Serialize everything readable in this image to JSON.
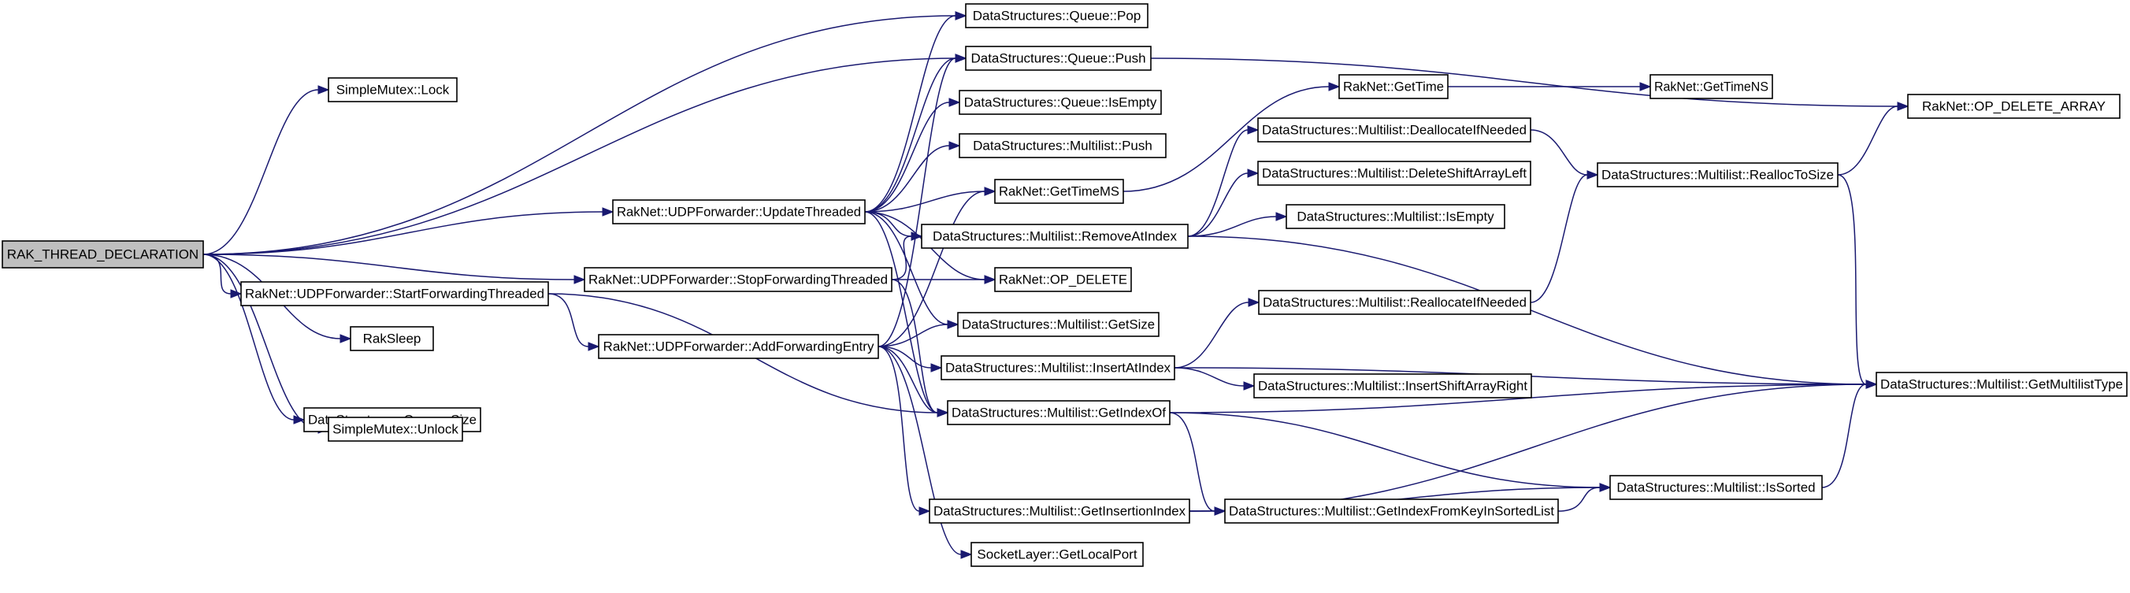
{
  "graph": {
    "edge_color": "#191970",
    "root_fill": "#bfbfbf",
    "node_fill": "#ffffff",
    "nodes": [
      {
        "id": "rak_thread_declaration",
        "label": "RAK_THREAD_DECLARATION",
        "root": true
      },
      {
        "id": "simplemutex_lock",
        "label": "SimpleMutex::Lock"
      },
      {
        "id": "udpforwarder_updatethreaded",
        "label": "RakNet::UDPForwarder::UpdateThreaded"
      },
      {
        "id": "udpforwarder_startforwardingthreaded",
        "label": "RakNet::UDPForwarder::StartForwardingThreaded"
      },
      {
        "id": "udpforwarder_stopforwardingthreaded",
        "label": "RakNet::UDPForwarder::StopForwardingThreaded"
      },
      {
        "id": "udpforwarder_addforwardingentry",
        "label": "RakNet::UDPForwarder::AddForwardingEntry"
      },
      {
        "id": "raksleep",
        "label": "RakSleep"
      },
      {
        "id": "queue_size",
        "label": "DataStructures::Queue::Size"
      },
      {
        "id": "simplemutex_unlock",
        "label": "SimpleMutex::Unlock"
      },
      {
        "id": "queue_pop",
        "label": "DataStructures::Queue::Pop"
      },
      {
        "id": "queue_push",
        "label": "DataStructures::Queue::Push"
      },
      {
        "id": "queue_isempty",
        "label": "DataStructures::Queue::IsEmpty"
      },
      {
        "id": "multilist_push",
        "label": "DataStructures::Multilist::Push"
      },
      {
        "id": "raknet_gettimems",
        "label": "RakNet::GetTimeMS"
      },
      {
        "id": "multilist_removeatindex",
        "label": "DataStructures::Multilist::RemoveAtIndex"
      },
      {
        "id": "raknet_op_delete",
        "label": "RakNet::OP_DELETE"
      },
      {
        "id": "multilist_getsize",
        "label": "DataStructures::Multilist::GetSize"
      },
      {
        "id": "multilist_insertatindex",
        "label": "DataStructures::Multilist::InsertAtIndex"
      },
      {
        "id": "multilist_getindexof",
        "label": "DataStructures::Multilist::GetIndexOf"
      },
      {
        "id": "multilist_getinsertionindex",
        "label": "DataStructures::Multilist::GetInsertionIndex"
      },
      {
        "id": "socketlayer_getlocalport",
        "label": "SocketLayer::GetLocalPort"
      },
      {
        "id": "raknet_gettime",
        "label": "RakNet::GetTime"
      },
      {
        "id": "multilist_deallocateifneeded",
        "label": "DataStructures::Multilist::DeallocateIfNeeded"
      },
      {
        "id": "multilist_deleteshiftarrayleft",
        "label": "DataStructures::Multilist::DeleteShiftArrayLeft"
      },
      {
        "id": "multilist_isempty",
        "label": "DataStructures::Multilist::IsEmpty"
      },
      {
        "id": "multilist_reallocateifneeded",
        "label": "DataStructures::Multilist::ReallocateIfNeeded"
      },
      {
        "id": "multilist_insertshiftarrayright",
        "label": "DataStructures::Multilist::InsertShiftArrayRight"
      },
      {
        "id": "multilist_getindexfromkeyinsortedlist",
        "label": "DataStructures::Multilist::GetIndexFromKeyInSortedList"
      },
      {
        "id": "raknet_gettimens",
        "label": "RakNet::GetTimeNS"
      },
      {
        "id": "multilist_realloctosize",
        "label": "DataStructures::Multilist::ReallocToSize"
      },
      {
        "id": "multilist_issorted",
        "label": "DataStructures::Multilist::IsSorted"
      },
      {
        "id": "raknet_op_delete_array",
        "label": "RakNet::OP_DELETE_ARRAY"
      },
      {
        "id": "multilist_getmultilisttype",
        "label": "DataStructures::Multilist::GetMultilistType"
      }
    ],
    "edges": [
      [
        "rak_thread_declaration",
        "simplemutex_lock"
      ],
      [
        "rak_thread_declaration",
        "queue_pop"
      ],
      [
        "rak_thread_declaration",
        "queue_push"
      ],
      [
        "rak_thread_declaration",
        "udpforwarder_updatethreaded"
      ],
      [
        "rak_thread_declaration",
        "udpforwarder_stopforwardingthreaded"
      ],
      [
        "rak_thread_declaration",
        "udpforwarder_startforwardingthreaded"
      ],
      [
        "rak_thread_declaration",
        "raksleep"
      ],
      [
        "rak_thread_declaration",
        "queue_size"
      ],
      [
        "rak_thread_declaration",
        "simplemutex_unlock"
      ],
      [
        "udpforwarder_startforwardingthreaded",
        "udpforwarder_addforwardingentry"
      ],
      [
        "udpforwarder_startforwardingthreaded",
        "multilist_getindexof"
      ],
      [
        "udpforwarder_updatethreaded",
        "queue_pop"
      ],
      [
        "udpforwarder_updatethreaded",
        "queue_push"
      ],
      [
        "udpforwarder_updatethreaded",
        "queue_isempty"
      ],
      [
        "udpforwarder_updatethreaded",
        "multilist_push"
      ],
      [
        "udpforwarder_updatethreaded",
        "raknet_gettimems"
      ],
      [
        "udpforwarder_updatethreaded",
        "multilist_removeatindex"
      ],
      [
        "udpforwarder_updatethreaded",
        "raknet_op_delete"
      ],
      [
        "udpforwarder_updatethreaded",
        "multilist_getsize"
      ],
      [
        "udpforwarder_updatethreaded",
        "multilist_getindexof"
      ],
      [
        "udpforwarder_stopforwardingthreaded",
        "multilist_removeatindex"
      ],
      [
        "udpforwarder_stopforwardingthreaded",
        "raknet_op_delete"
      ],
      [
        "udpforwarder_stopforwardingthreaded",
        "multilist_getindexof"
      ],
      [
        "udpforwarder_addforwardingentry",
        "queue_push"
      ],
      [
        "udpforwarder_addforwardingentry",
        "raknet_gettimems"
      ],
      [
        "udpforwarder_addforwardingentry",
        "multilist_getsize"
      ],
      [
        "udpforwarder_addforwardingentry",
        "multilist_insertatindex"
      ],
      [
        "udpforwarder_addforwardingentry",
        "multilist_getindexof"
      ],
      [
        "udpforwarder_addforwardingentry",
        "multilist_getinsertionindex"
      ],
      [
        "udpforwarder_addforwardingentry",
        "socketlayer_getlocalport"
      ],
      [
        "queue_push",
        "raknet_op_delete_array"
      ],
      [
        "raknet_gettimems",
        "raknet_gettime"
      ],
      [
        "raknet_gettime",
        "raknet_gettimens"
      ],
      [
        "multilist_removeatindex",
        "multilist_deallocateifneeded"
      ],
      [
        "multilist_removeatindex",
        "multilist_deleteshiftarrayleft"
      ],
      [
        "multilist_removeatindex",
        "multilist_isempty"
      ],
      [
        "multilist_removeatindex",
        "multilist_getmultilisttype"
      ],
      [
        "multilist_deallocateifneeded",
        "multilist_realloctosize"
      ],
      [
        "multilist_reallocateifneeded",
        "multilist_realloctosize"
      ],
      [
        "multilist_realloctosize",
        "raknet_op_delete_array"
      ],
      [
        "multilist_realloctosize",
        "multilist_getmultilisttype"
      ],
      [
        "multilist_insertatindex",
        "multilist_reallocateifneeded"
      ],
      [
        "multilist_insertatindex",
        "multilist_insertshiftarrayright"
      ],
      [
        "multilist_insertatindex",
        "multilist_getmultilisttype"
      ],
      [
        "multilist_getindexof",
        "multilist_getmultilisttype"
      ],
      [
        "multilist_getindexof",
        "multilist_issorted"
      ],
      [
        "multilist_getindexof",
        "multilist_getindexfromkeyinsortedlist"
      ],
      [
        "multilist_getinsertionindex",
        "multilist_getindexfromkeyinsortedlist"
      ],
      [
        "multilist_getinsertionindex",
        "multilist_issorted"
      ],
      [
        "multilist_getinsertionindex",
        "multilist_getmultilisttype"
      ],
      [
        "multilist_getindexfromkeyinsortedlist",
        "multilist_issorted"
      ],
      [
        "multilist_issorted",
        "multilist_getmultilisttype"
      ]
    ]
  }
}
